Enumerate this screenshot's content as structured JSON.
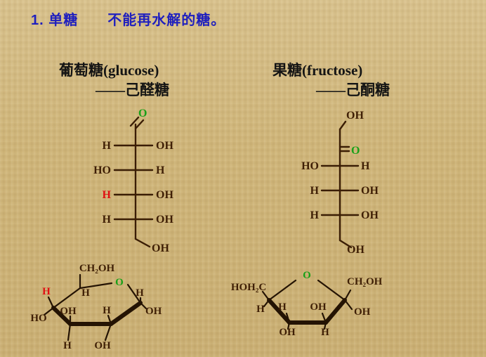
{
  "title": "1. 单糖　　不能再水解的糖。",
  "colors": {
    "title_blue": "#1f1fbe",
    "structure_brown": "#3f1f05",
    "highlight_red": "#e01012",
    "oxygen_green": "#18a018",
    "background_tan": "#d2b87e",
    "heading_black": "#141414"
  },
  "glucose": {
    "name": "葡萄糖(glucose)",
    "subtitle": "——己醛糖",
    "fischer": {
      "top_oxygen": "O",
      "rows": [
        {
          "left": "H",
          "right": "OH"
        },
        {
          "left": "HO",
          "right": "H"
        },
        {
          "left": "H",
          "right": "OH"
        },
        {
          "left": "H",
          "right": "OH"
        }
      ],
      "bottom": "OH"
    },
    "haworth": {
      "ch2oh": "CH₂OH",
      "c5_h": "H",
      "ring_oxygen": "O",
      "c4_h_red": "H",
      "c1_h": "H",
      "c1_oh": "OH",
      "c4_ho": "HO",
      "c3_oh_up": "OH",
      "c2_h_up": "H",
      "c3_h_down": "H",
      "c2_oh_down": "OH"
    }
  },
  "fructose": {
    "name": "果糖(fructose)",
    "subtitle": "——己酮糖",
    "fischer": {
      "top_oh": "OH",
      "keto_oxygen": "O",
      "rows": [
        {
          "left": "HO",
          "right": "H"
        },
        {
          "left": "H",
          "right": "OH"
        },
        {
          "left": "H",
          "right": "OH"
        }
      ],
      "bottom": "OH"
    },
    "haworth": {
      "ring_oxygen": "O",
      "hoh2c": "HOH₂C",
      "ch2oh": "CH₂OH",
      "c5_h": "H",
      "c4_h_up": "H",
      "c3_oh_up": "OH",
      "c2_oh": "OH",
      "c4_oh_down": "OH",
      "c3_h_down": "H"
    }
  }
}
